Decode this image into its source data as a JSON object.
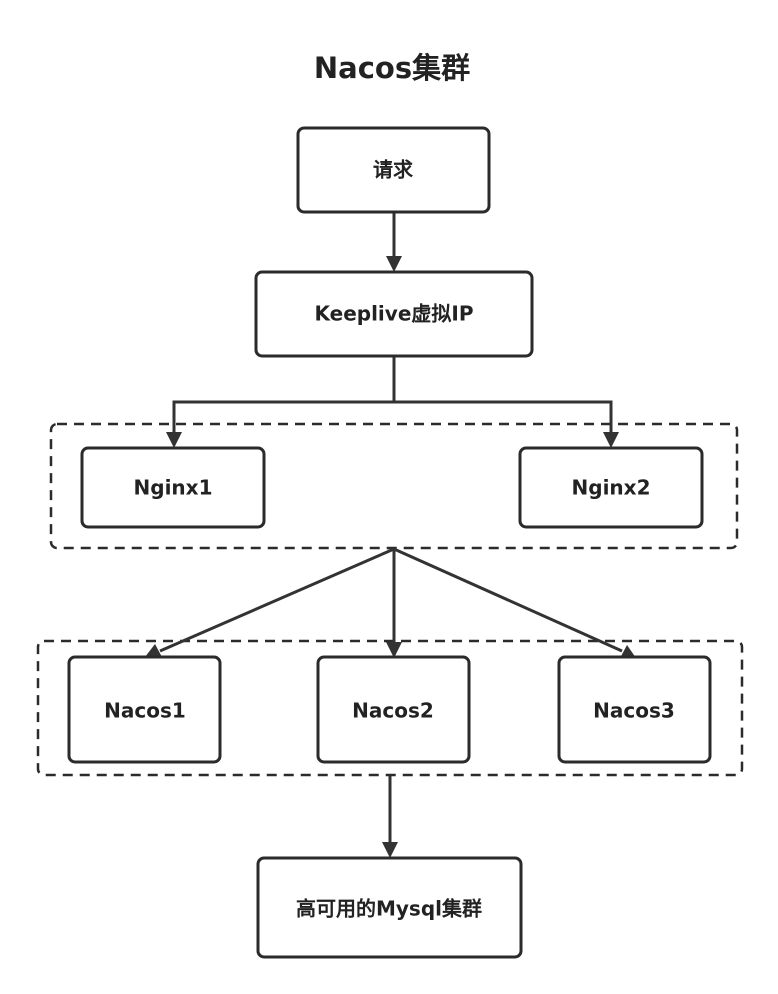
{
  "title": "Nacos集群",
  "nodes": {
    "request": "请求",
    "keepalive": "Keeplive虚拟IP",
    "nginx1": "Nginx1",
    "nginx2": "Nginx2",
    "nacos1": "Nacos1",
    "nacos2": "Nacos2",
    "nacos3": "Nacos3",
    "mysql": "高可用的Mysql集群"
  },
  "edges": [
    {
      "from": "request",
      "to": "keepalive"
    },
    {
      "from": "keepalive",
      "to": "nginx1"
    },
    {
      "from": "keepalive",
      "to": "nginx2"
    },
    {
      "from": "nginx-group",
      "to": "nacos1"
    },
    {
      "from": "nginx-group",
      "to": "nacos2"
    },
    {
      "from": "nginx-group",
      "to": "nacos3"
    },
    {
      "from": "nacos-group",
      "to": "mysql"
    }
  ],
  "groups": {
    "nginx_group": [
      "nginx1",
      "nginx2"
    ],
    "nacos_group": [
      "nacos1",
      "nacos2",
      "nacos3"
    ]
  }
}
